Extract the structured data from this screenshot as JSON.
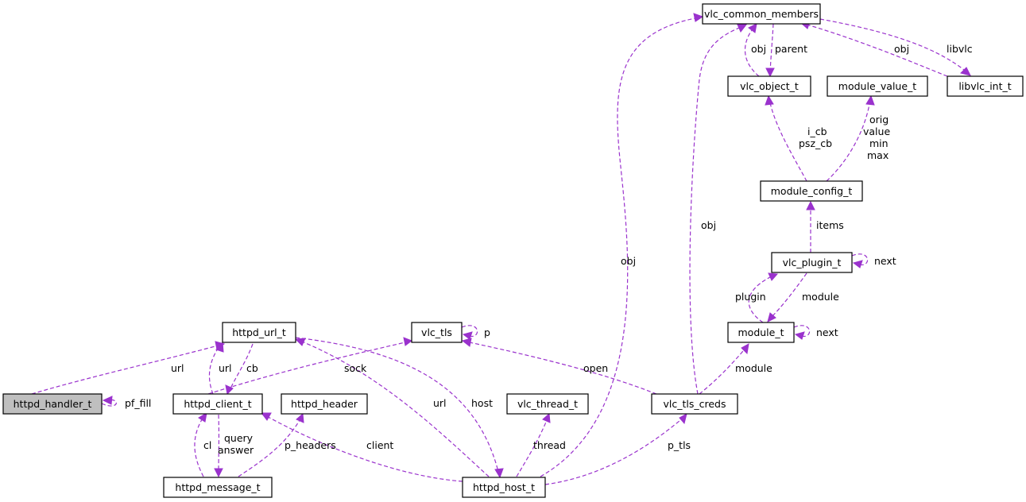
{
  "colors": {
    "edge": "#9a32cd",
    "node_fill": "#ffffff",
    "highlight_fill": "#bfbfbf",
    "border": "#000000"
  },
  "nodes": {
    "httpd_handler_t": "httpd_handler_t",
    "httpd_url_t": "httpd_url_t",
    "httpd_client_t": "httpd_client_t",
    "httpd_header": "httpd_header",
    "httpd_message_t": "httpd_message_t",
    "vlc_tls": "vlc_tls",
    "vlc_thread_t": "vlc_thread_t",
    "httpd_host_t": "httpd_host_t",
    "vlc_tls_creds": "vlc_tls_creds",
    "module_t": "module_t",
    "vlc_plugin_t": "vlc_plugin_t",
    "module_config_t": "module_config_t",
    "vlc_object_t": "vlc_object_t",
    "module_value_t": "module_value_t",
    "vlc_common_members": "vlc_common_members",
    "libvlc_int_t": "libvlc_int_t"
  },
  "edge_labels": {
    "url1": "url",
    "pf_fill": "pf_fill",
    "url2": "url",
    "cb": "cb",
    "sock": "sock",
    "cl": "cl",
    "query": "query",
    "answer": "answer",
    "p_headers": "p_headers",
    "client": "client",
    "url3": "url",
    "host": "host",
    "thread": "thread",
    "p": "p",
    "open": "open",
    "p_tls": "p_tls",
    "module1": "module",
    "next1": "next",
    "plugin": "plugin",
    "module2": "module",
    "next2": "next",
    "items": "items",
    "i_cb": "i_cb",
    "psz_cb": "psz_cb",
    "orig": "orig",
    "value": "value",
    "min": "min",
    "max": "max",
    "obj1": "obj",
    "parent": "parent",
    "obj2": "obj",
    "obj3": "obj",
    "obj4": "obj",
    "libvlc": "libvlc"
  }
}
